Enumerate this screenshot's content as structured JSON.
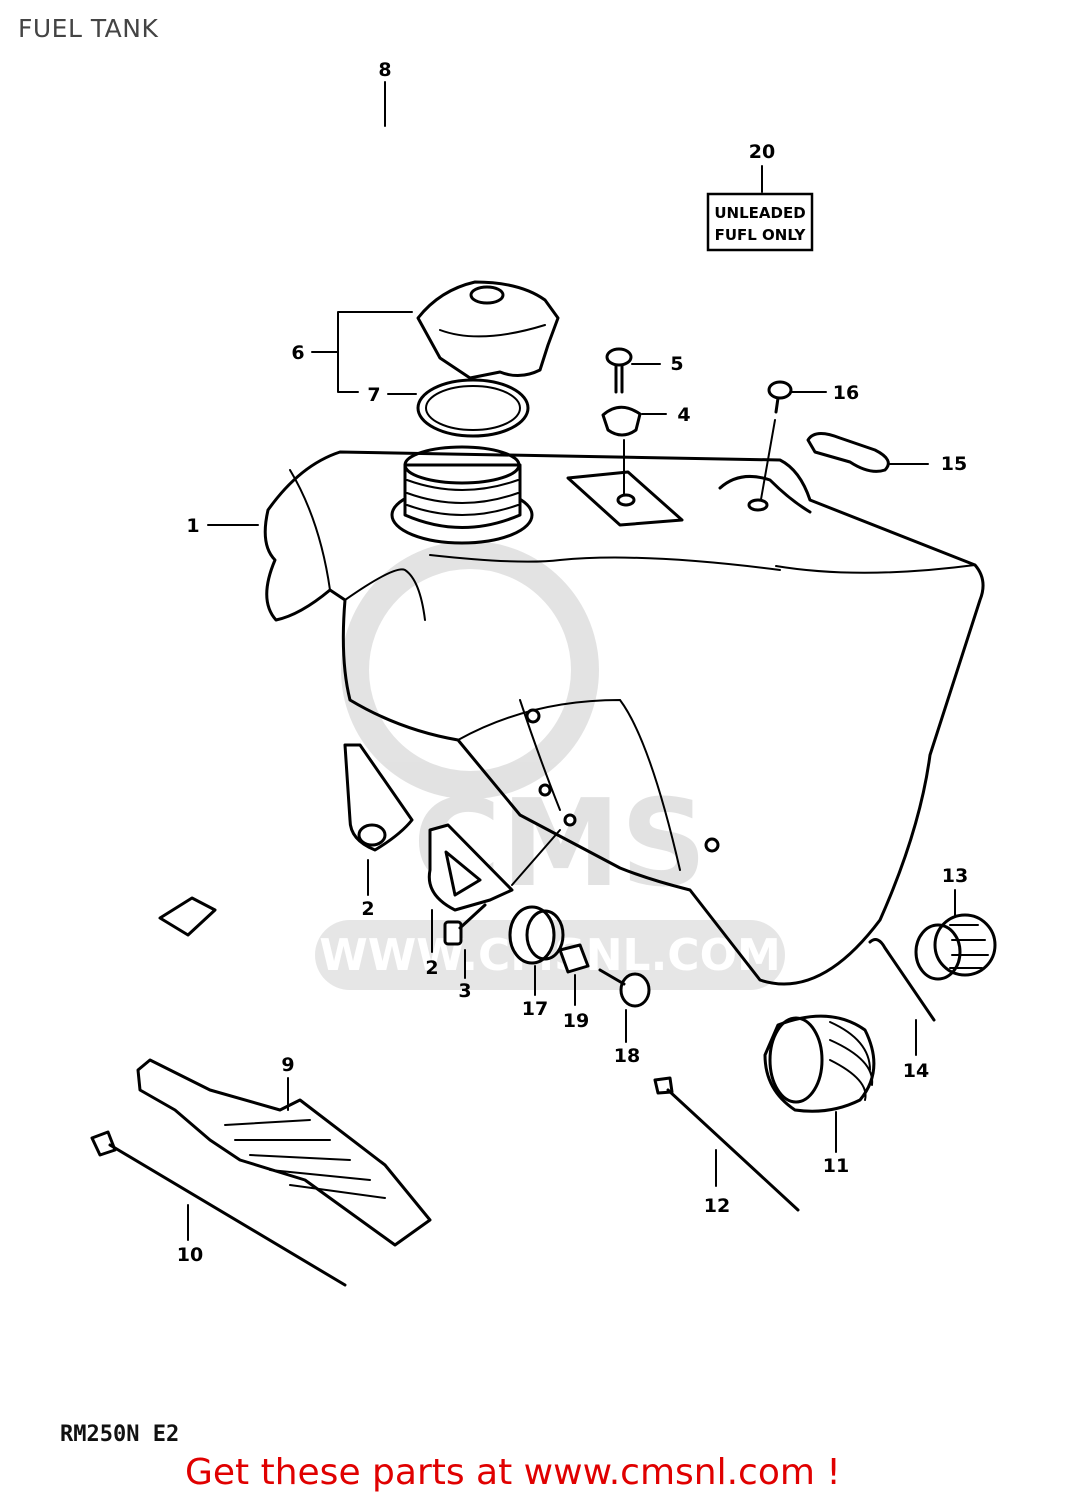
{
  "header": {
    "title": "FUEL TANK"
  },
  "diagram": {
    "labels": [
      "8",
      "20",
      "6",
      "5",
      "7",
      "4",
      "16",
      "15",
      "1",
      "13",
      "2",
      "2",
      "3",
      "17",
      "19",
      "18",
      "14",
      "9",
      "11",
      "10",
      "12"
    ],
    "decal": {
      "line1": "UNLEADED",
      "line2": "FUFL ONLY"
    },
    "watermark": "WWW.CMSNL.COM",
    "watermark_logo": "CMS"
  },
  "model_code": "RM250N E2",
  "footer": {
    "link_text": "Get these parts at www.cmsnl.com !",
    "link_color": "#e00000"
  }
}
